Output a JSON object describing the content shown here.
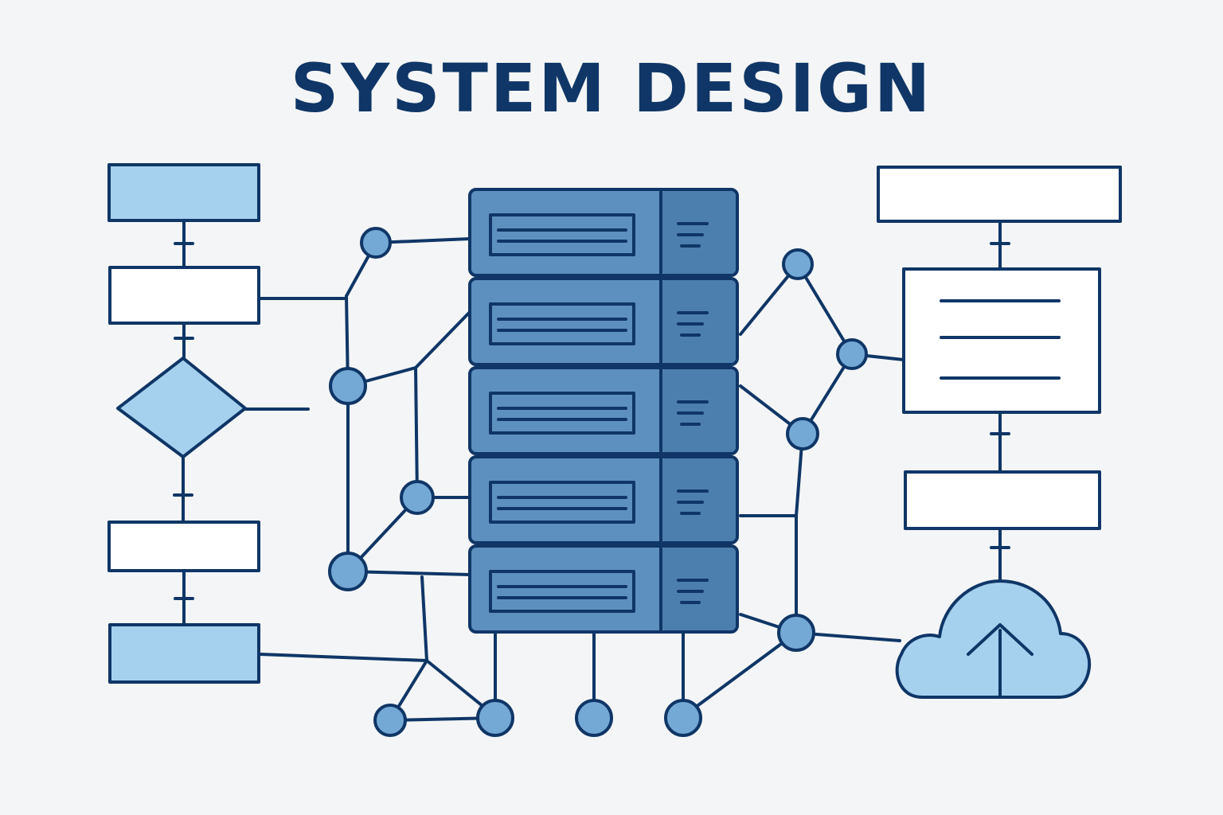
{
  "title": "SYSTEM DESIGN",
  "colors": {
    "ink": "#0f3666",
    "box_fill_light": "#a5d1ee",
    "box_fill_white": "#ffffff",
    "server_fill": "#5e90bf",
    "server_side_fill": "#4d7fae",
    "node_fill": "#74a9d6",
    "background": "#f4f5f6"
  },
  "left_flowchart": {
    "steps": [
      "process-box-filled",
      "process-box",
      "decision-diamond",
      "process-box",
      "process-box-filled"
    ]
  },
  "server_rack": {
    "units": 5
  },
  "right_flowchart": {
    "steps": [
      "process-box",
      "document-box",
      "process-box",
      "cloud-upload"
    ]
  },
  "icons": [
    "cloud-upload-icon",
    "arrow-up-icon"
  ]
}
